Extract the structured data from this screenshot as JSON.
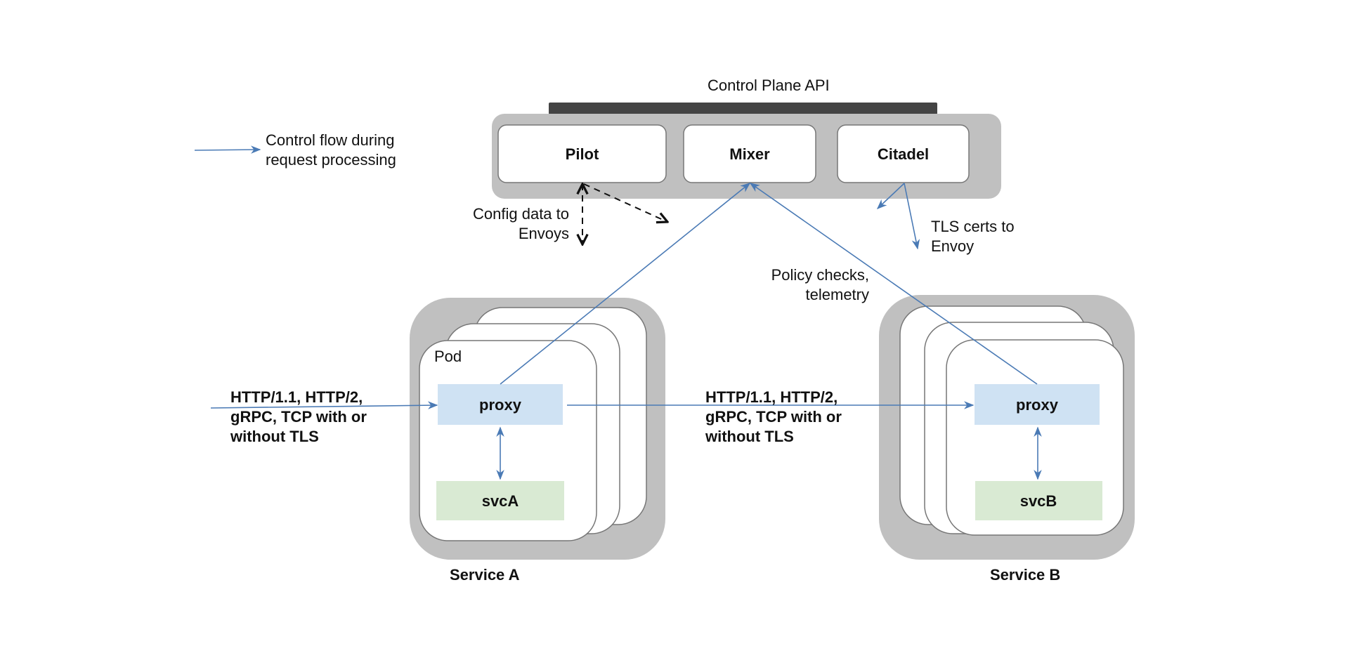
{
  "legend": {
    "line1": "Control flow during",
    "line2": "request processing"
  },
  "control_plane": {
    "title": "Control Plane API",
    "components": [
      {
        "name": "Pilot"
      },
      {
        "name": "Mixer"
      },
      {
        "name": "Citadel"
      }
    ]
  },
  "annotations": {
    "config": {
      "line1": "Config data to",
      "line2": "Envoys"
    },
    "tls": {
      "line1": "TLS certs to",
      "line2": "Envoy"
    },
    "policy": {
      "line1": "Policy checks,",
      "line2": "telemetry"
    },
    "protocol_in": {
      "line1": "HTTP/1.1, HTTP/2,",
      "line2": "gRPC, TCP with or",
      "line3": "without TLS"
    },
    "protocol_mid": {
      "line1": "HTTP/1.1, HTTP/2,",
      "line2": "gRPC, TCP with or",
      "line3": "without TLS"
    }
  },
  "services": [
    {
      "label": "Service A",
      "pod_label": "Pod",
      "proxy": "proxy",
      "svc": "svcA"
    },
    {
      "label": "Service B",
      "pod_label": "",
      "proxy": "proxy",
      "svc": "svcB"
    }
  ],
  "colors": {
    "flow_line": "#4a7ab5",
    "container_gray": "#c0c0c0",
    "api_bar": "#444444",
    "proxy_fill": "#cfe2f3",
    "svc_fill": "#d9ead3",
    "pod_border": "#777777",
    "dashed": "#111111"
  }
}
